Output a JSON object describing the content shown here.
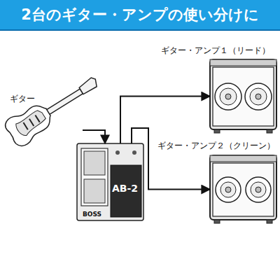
{
  "diagram": {
    "title": "2台のギター・アンプの使い分けに",
    "nodes": [
      {
        "text": [
          "ギター"
        ]
      },
      {
        "text": [
          "BOSS",
          "AB-2"
        ]
      },
      {
        "text": [
          "ギター・アンプ１（リード）"
        ]
      },
      {
        "text": [
          "ギター・アンプ２（クリーン）"
        ]
      }
    ],
    "edges": [
      {
        "from": 0,
        "to": 1,
        "arrow": "to"
      },
      {
        "from": 1,
        "to": 2,
        "arrow": "to"
      },
      {
        "from": 1,
        "to": 3,
        "arrow": "to"
      }
    ]
  }
}
